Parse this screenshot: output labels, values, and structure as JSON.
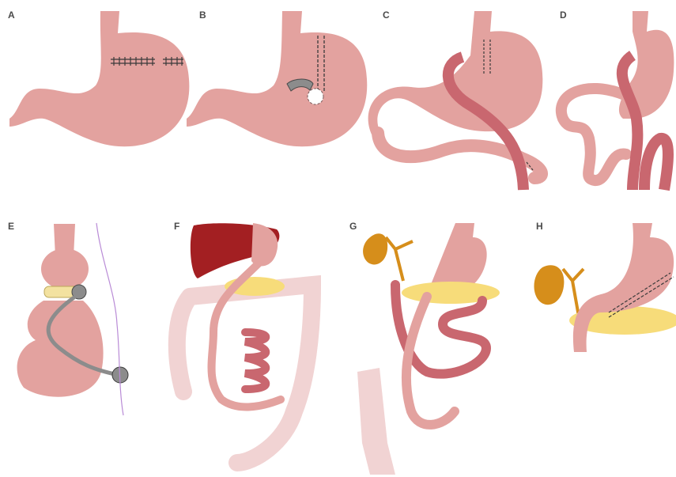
{
  "panels": [
    {
      "id": "A",
      "label": "A"
    },
    {
      "id": "B",
      "label": "B"
    },
    {
      "id": "C",
      "label": "C"
    },
    {
      "id": "D",
      "label": "D"
    },
    {
      "id": "E",
      "label": "E"
    },
    {
      "id": "F",
      "label": "F"
    },
    {
      "id": "G",
      "label": "G"
    },
    {
      "id": "H",
      "label": "H"
    }
  ],
  "colors": {
    "stomach": "#e3a29f",
    "stomach_light": "#eec5c3",
    "intestine": "#c9676f",
    "colon": "#f1d3d3",
    "liver": "#a31f22",
    "pancreas": "#f7dc7a",
    "gallbladder": "#d68e1b",
    "band": "#f3e2a0",
    "device": "#8c8c8c",
    "staple": "#3a3a3a",
    "nerve": "#b98bd6"
  }
}
